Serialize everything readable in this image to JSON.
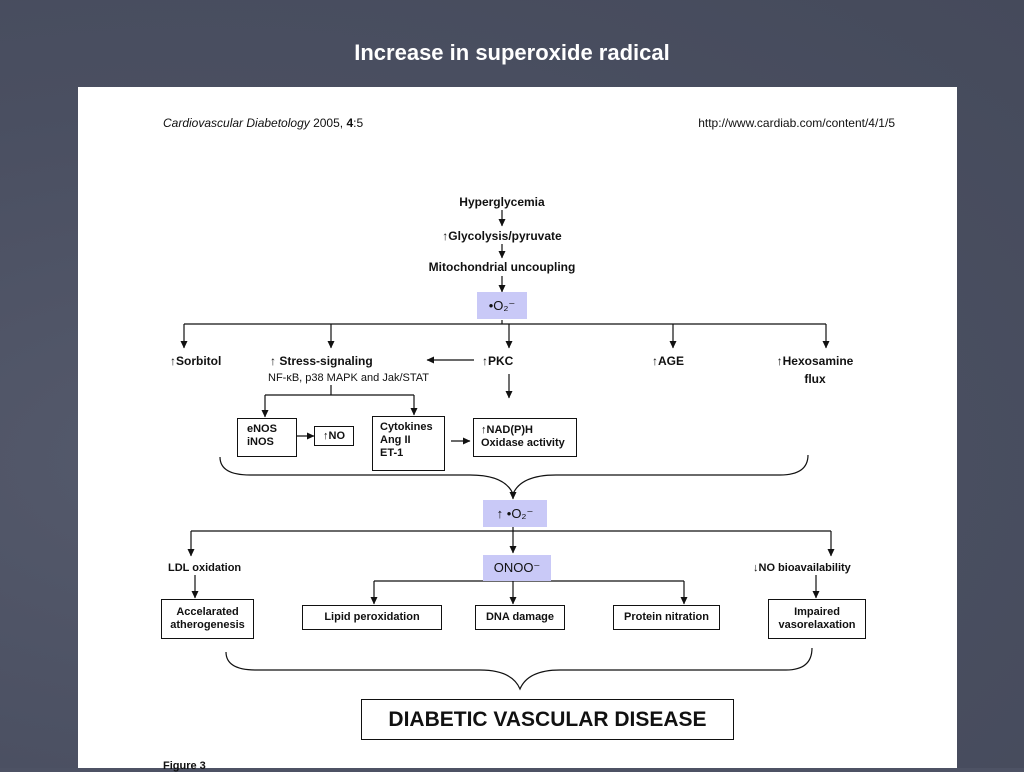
{
  "slide": {
    "title": "Increase in superoxide radical"
  },
  "header": {
    "journal_name": "Cardiovascular Diabetology",
    "journal_year": " 2005, ",
    "journal_volume": "4",
    "journal_page": ":5",
    "url": "http://www.cardiab.com/content/4/1/5"
  },
  "chain": {
    "hyperglycemia": "Hyperglycemia",
    "glycolysis": "↑Glycolysis/pyruvate",
    "mitochondrial": "Mitochondrial uncoupling",
    "superoxide": "•O₂⁻"
  },
  "pathways": {
    "sorbitol": "↑Sorbitol",
    "stress_signaling": "↑ Stress-signaling",
    "stress_detail": "NF-κB, p38 MAPK and Jak/STAT",
    "pkc": "↑PKC",
    "age": "↑AGE",
    "hexosamine_1": "↑Hexosamine",
    "hexosamine_2": "flux"
  },
  "mediators": {
    "enos": "eNOS",
    "inos": "iNOS",
    "no": "↑NO",
    "cytokines": "Cytokines",
    "ang": "Ang II",
    "et": "ET-1",
    "nadph_1": "↑NAD(P)H",
    "nadph_2": "Oxidase activity"
  },
  "second": {
    "superoxide_up": "↑ •O₂⁻",
    "ldl": "LDL oxidation",
    "onoo": "ONOO⁻",
    "no_bio": "↓NO bioavailability",
    "accel_1": "Accelarated",
    "accel_2": "atherogenesis",
    "lipid": "Lipid peroxidation",
    "dna": "DNA damage",
    "protein": "Protein nitration",
    "impaired_1": "Impaired",
    "impaired_2": "vasorelaxation"
  },
  "outcome": {
    "disease": "DIABETIC VASCULAR DISEASE"
  },
  "figure": {
    "caption": "Figure 3"
  },
  "colors": {
    "highlight": "#c9c9f7",
    "slide_bg": "#4d5264"
  }
}
